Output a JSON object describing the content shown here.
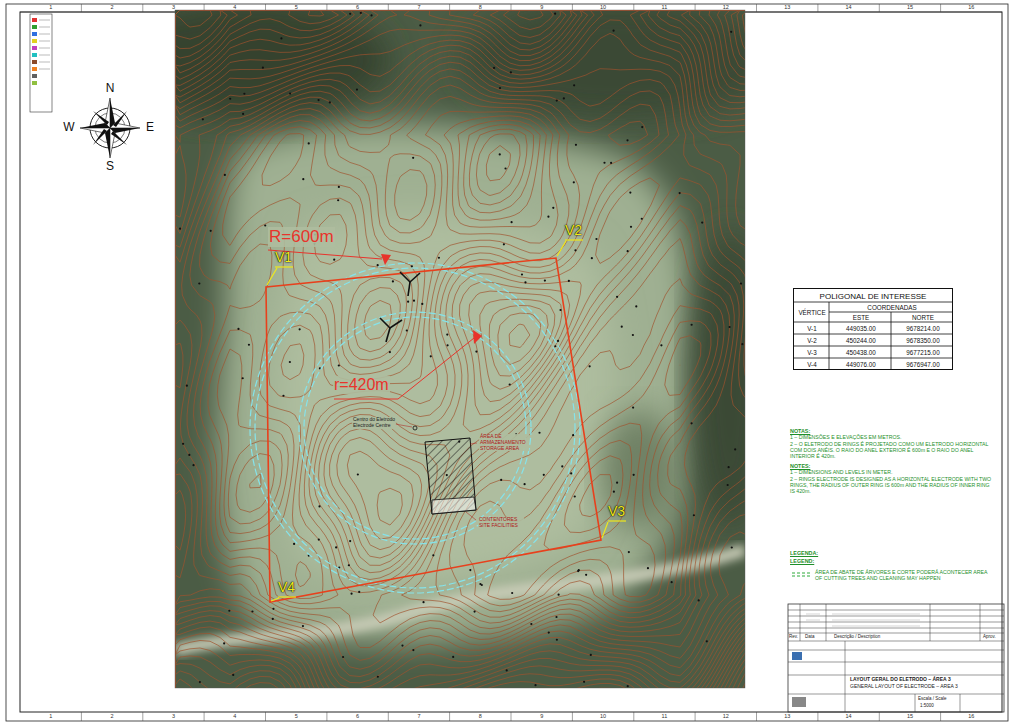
{
  "diagram": {
    "nodes": [
      {
        "text": [
          "POLIGONAL DE INTERESSE"
        ]
      }
    ],
    "labels": [
      "R=600m",
      "r=420m",
      "V1",
      "V2",
      "V3",
      "V4",
      "N",
      "S",
      "E",
      "W",
      "Centro do Eletrodo Electrode Centre",
      "ÁREA DE ARMAZENAMENTO STORAGE AREA",
      "CONTENTORES SITE FACILITIES",
      "VÉRTICE",
      "COORDENADAS",
      "ESTE",
      "NORTE",
      "V-1",
      "449035.00",
      "9678214.00",
      "V-2",
      "450244.00",
      "9678350.00",
      "V-3",
      "450438.00",
      "9677215.00",
      "V-4",
      "449076.00",
      "9676947.00",
      "NOTAS:",
      "1 – DIMENSÕES E ELEVAÇÕES EM METROS.",
      "2 – O ELETRODO DE RINGS É PROJETADO COMO UM ELETRODO HORIZONTAL COM DOIS ANÉIS. O RAIO DO ANEL EXTERIOR É 600m E O RAIO DO ANEL INTERIOR É 420m.",
      "NOTES:",
      "1 – DIMENSIONS AND LEVELS IN METER.",
      "2 – RINGS ELECTRODE IS DESIGNED AS A HORIZONTAL ELECTRODE WITH TWO RINGS, THE RADIUS OF OUTER RING IS 600m AND THE RADIUS OF INNER RING IS 420m.",
      "LEGENDA:",
      "LEGEND:",
      "Rev.",
      "Data",
      "Descrição / Description",
      "Aprov.",
      "LAYOUT GERAL DO ELETRODO – ÁREA 3",
      "GENERAL LAYOUT OF ELECTRODE – AREA 3",
      "Escala / Scale",
      "1:5000",
      "1",
      "2",
      "3",
      "4",
      "5",
      "6",
      "7",
      "8",
      "9",
      "10",
      "11",
      "12",
      "13",
      "14",
      "15",
      "16",
      "1",
      "2",
      "3",
      "4",
      "5",
      "6",
      "7",
      "8",
      "9",
      "10",
      "11",
      "12",
      "13",
      "14",
      "15",
      "16"
    ],
    "legend": [
      {
        "text": "ÁREA DE ABATE DE ÁRVORES E CORTE PODERÁ ACONTECER AREA OF CUTTING TREES AND CLEANING MAY HAPPEN"
      }
    ]
  }
}
